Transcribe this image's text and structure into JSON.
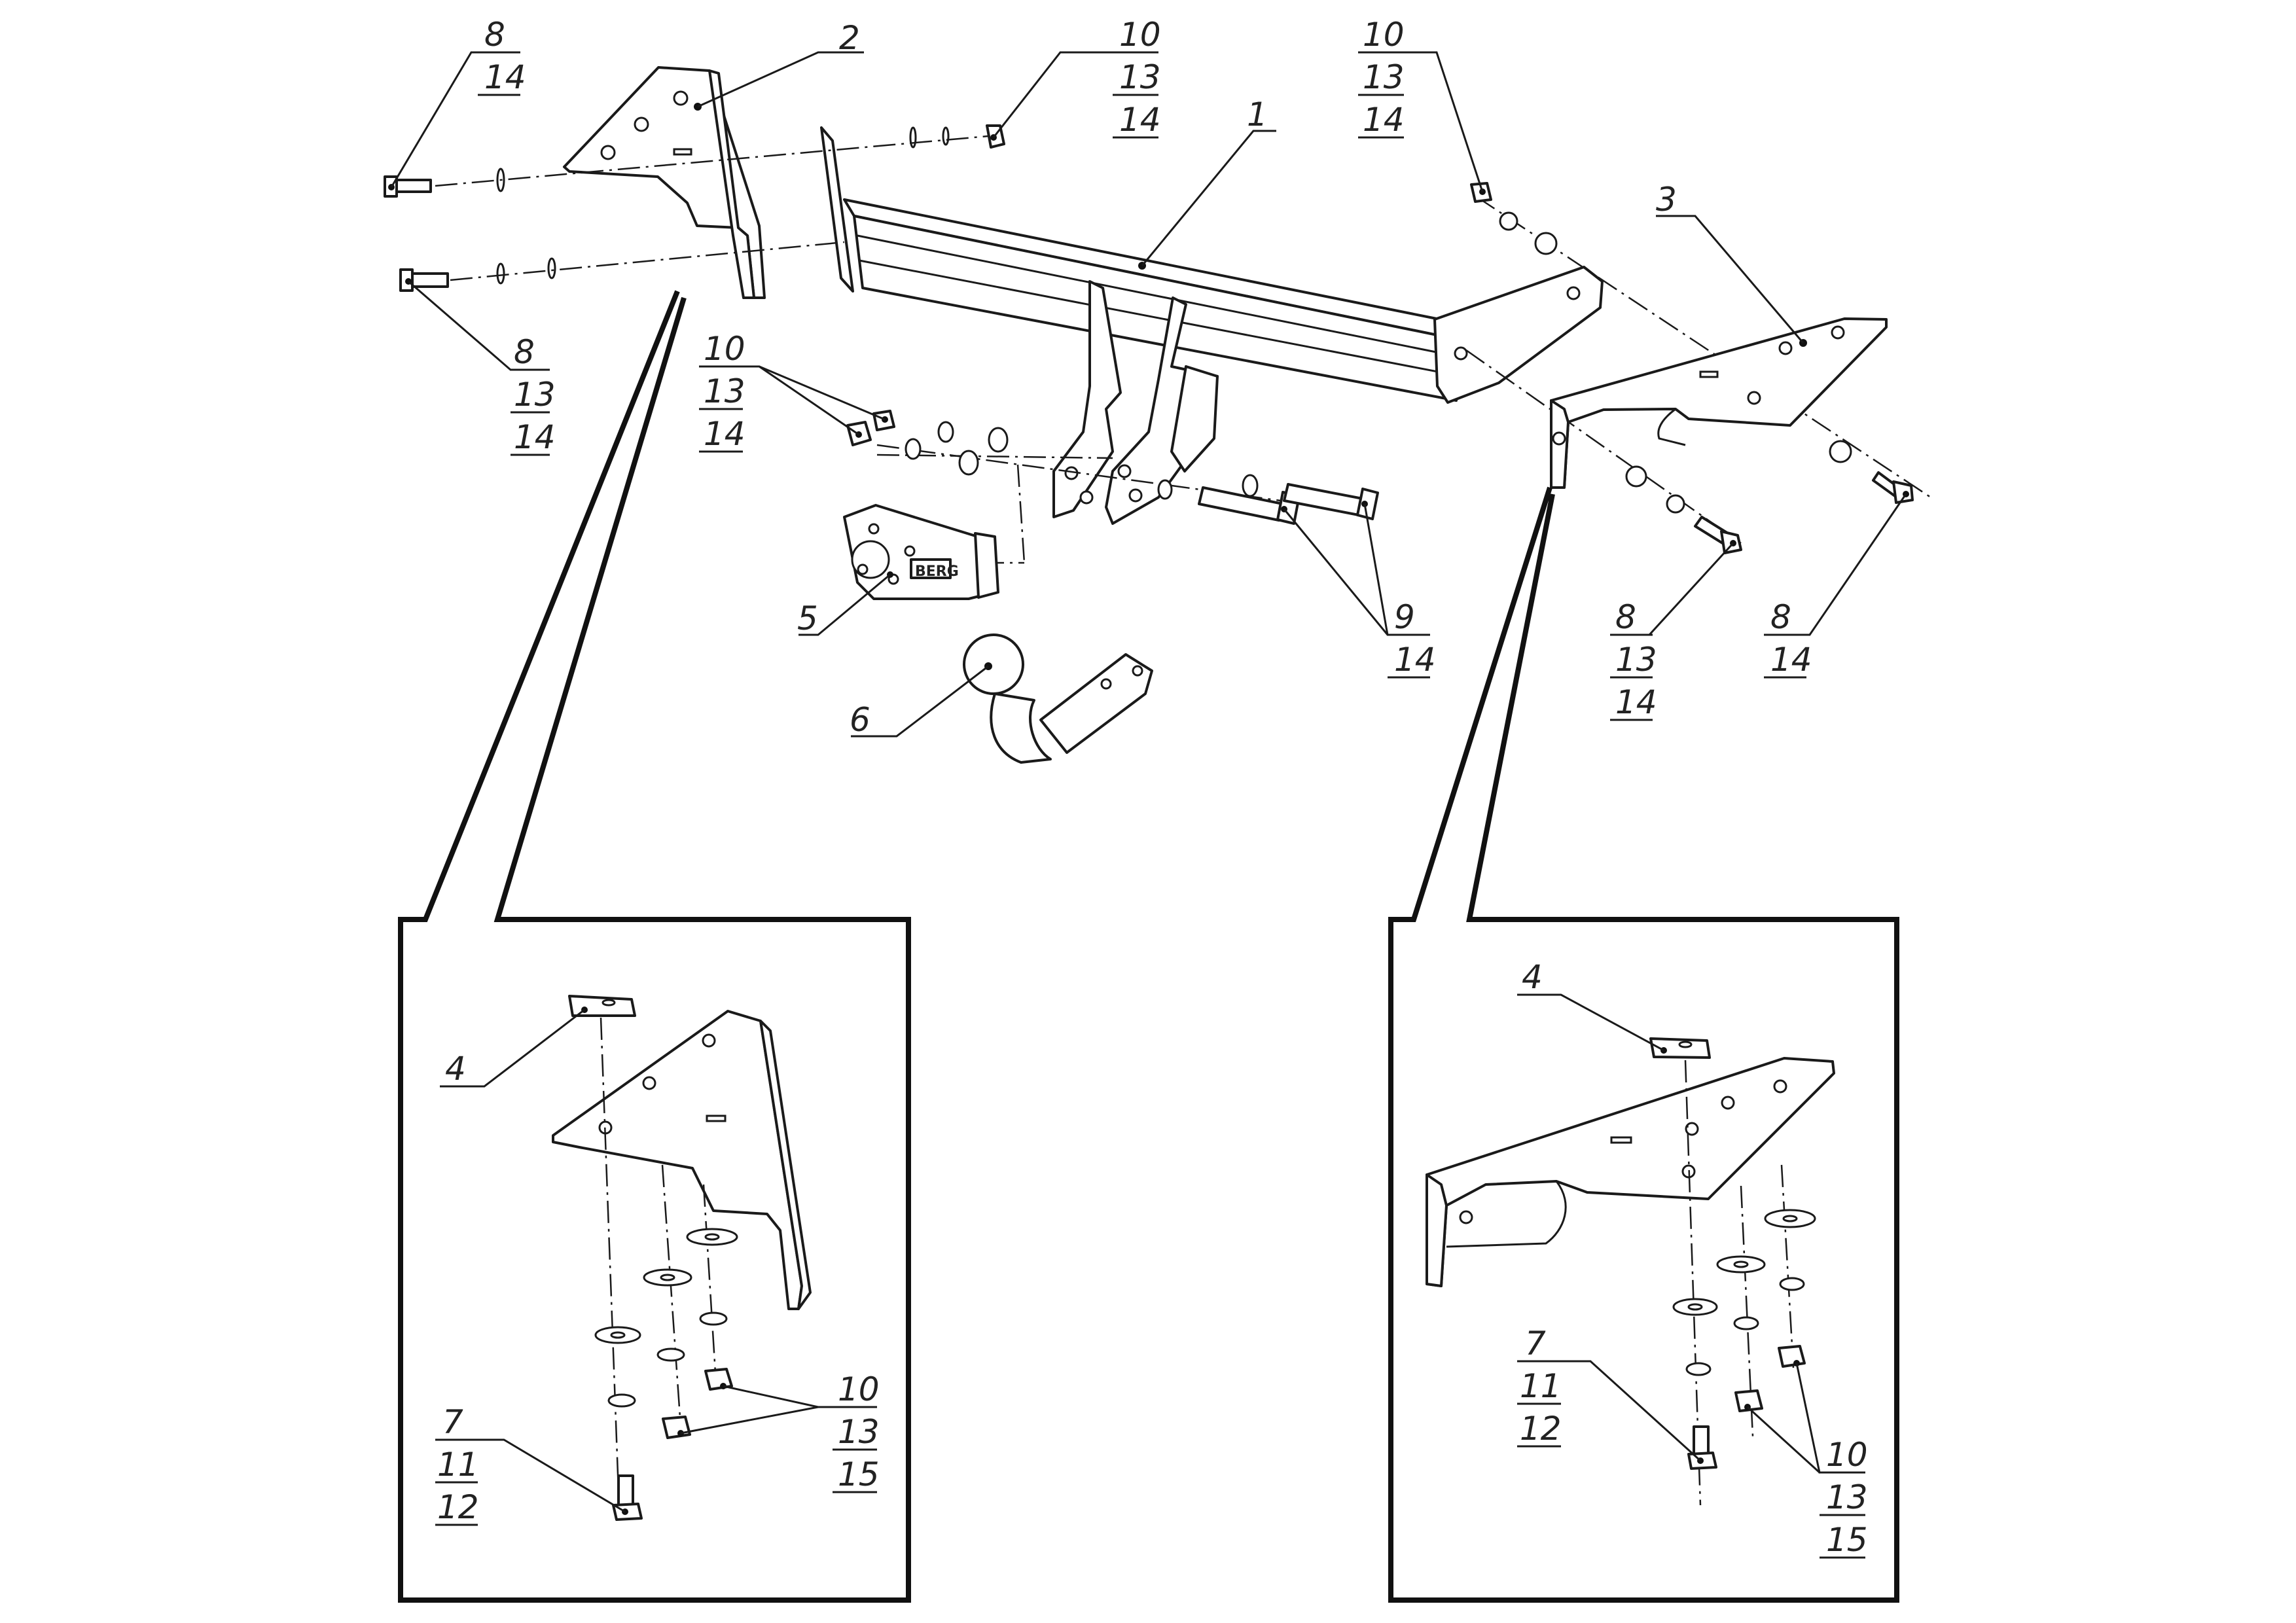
{
  "labels": {
    "l1": "1",
    "l2": "2",
    "l3": "3",
    "l5": "5",
    "l6": "6",
    "top_left_bolt": [
      "8",
      "14"
    ],
    "mid_left_bolt": [
      "8",
      "13",
      "14"
    ],
    "top_plate_nut": [
      "10",
      "13",
      "14"
    ],
    "top_right_nut": [
      "10",
      "13",
      "14"
    ],
    "socket_nuts": [
      "10",
      "13",
      "14"
    ],
    "long_bolts": [
      "9",
      "14"
    ],
    "right_bolt_a": [
      "8",
      "13",
      "14"
    ],
    "right_bolt_b": [
      "8",
      "14"
    ],
    "inset_left_block": "4",
    "inset_left_bolt": [
      "7",
      "11",
      "12"
    ],
    "inset_left_nuts": [
      "10",
      "13",
      "15"
    ],
    "inset_right_block": "4",
    "inset_right_bolt": [
      "7",
      "11",
      "12"
    ],
    "inset_right_nuts": [
      "10",
      "13",
      "15"
    ]
  },
  "socket_logo": "BERG"
}
